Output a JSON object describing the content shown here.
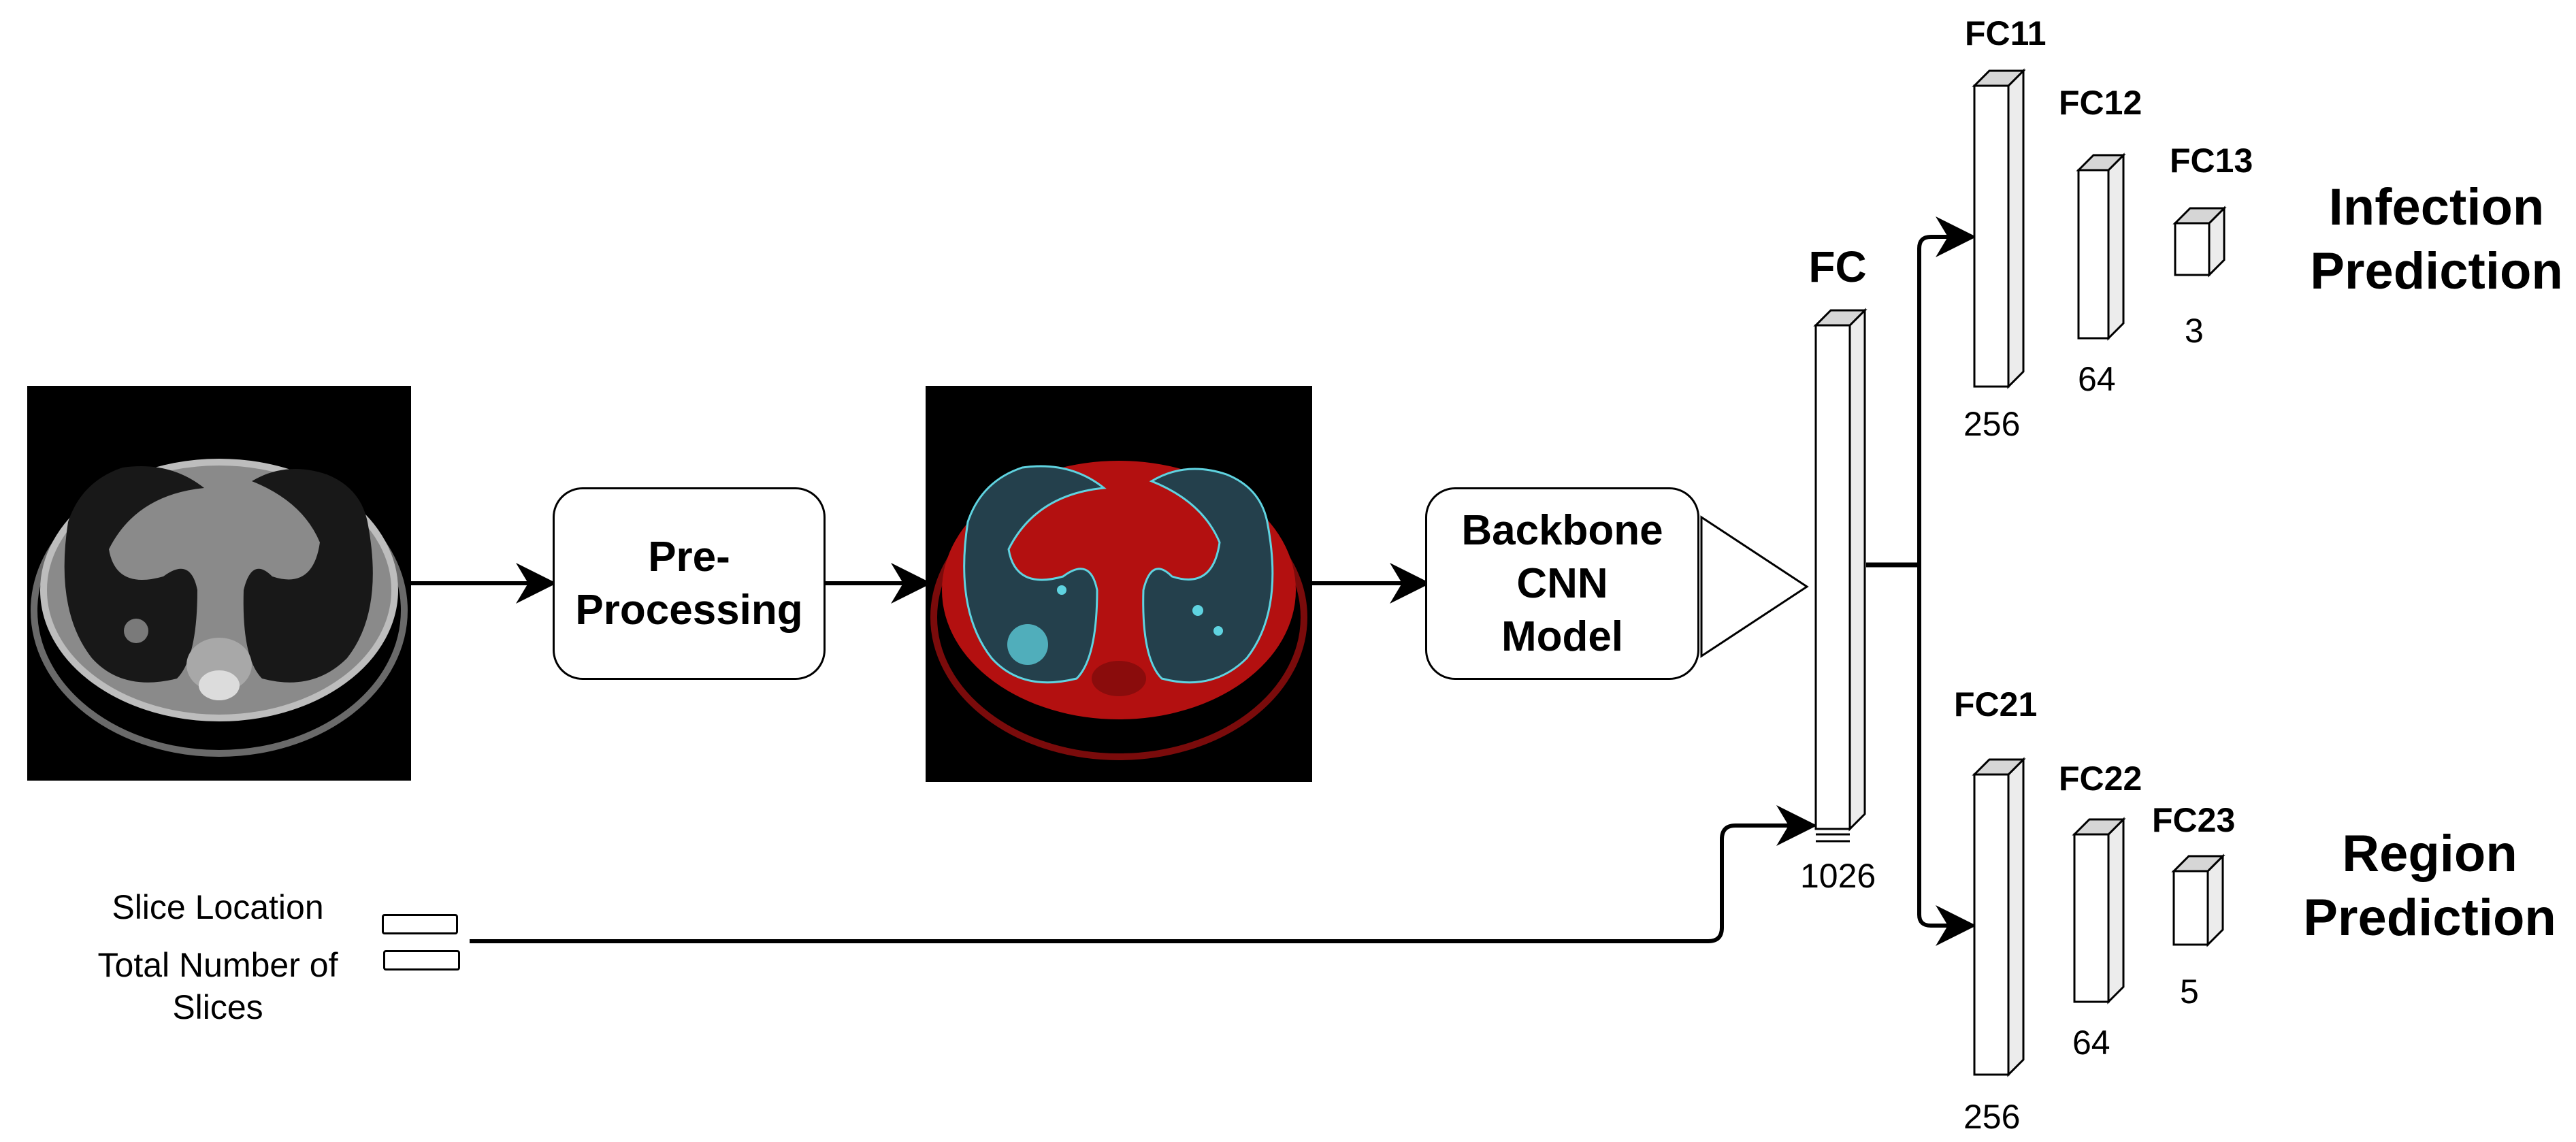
{
  "diagram": {
    "input_image": {
      "name": "ct-scan-input",
      "description_colors": {
        "body": "#8a8a8a",
        "lung": "#1a1a1a"
      }
    },
    "preprocessing": {
      "label": "Pre-\nProcessing"
    },
    "segmented_image": {
      "name": "segmented-ct-scan",
      "colors": {
        "body": "#b31010",
        "lung": "#24404c",
        "infection": "#5fd3e0"
      }
    },
    "backbone": {
      "label": "Backbone\nCNN\nModel"
    },
    "fc": {
      "name": "FC",
      "size": "1026"
    },
    "infection_branch": {
      "layers": [
        {
          "name": "FC11",
          "size": "256"
        },
        {
          "name": "FC12",
          "size": "64"
        },
        {
          "name": "FC13",
          "size": "3"
        }
      ],
      "output_label": "Infection\nPrediction"
    },
    "region_branch": {
      "layers": [
        {
          "name": "FC21",
          "size": "256"
        },
        {
          "name": "FC22",
          "size": "64"
        },
        {
          "name": "FC23",
          "size": "5"
        }
      ],
      "output_label": "Region\nPrediction"
    },
    "metadata_inputs": [
      {
        "label": "Slice Location"
      },
      {
        "label": "Total Number of\nSlices"
      }
    ]
  }
}
